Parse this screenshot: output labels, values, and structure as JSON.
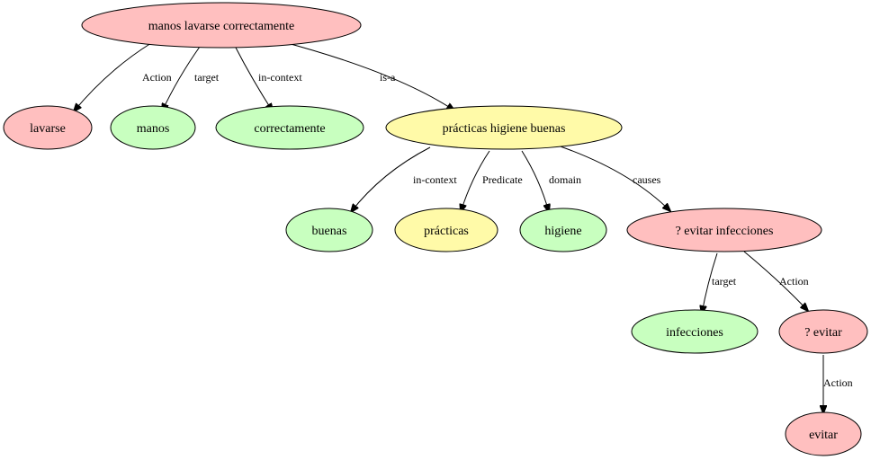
{
  "colors": {
    "red": "#ffbfbf",
    "green": "#c8ffbf",
    "yellow": "#fffaa8"
  },
  "nodes": {
    "manos_lavarse_correctamente": {
      "label": "manos lavarse correctamente",
      "color": "red"
    },
    "lavarse": {
      "label": "lavarse",
      "color": "red"
    },
    "manos": {
      "label": "manos",
      "color": "green"
    },
    "correctamente": {
      "label": "correctamente",
      "color": "green"
    },
    "practicas_higiene_buenas": {
      "label": "prácticas higiene buenas",
      "color": "yellow"
    },
    "buenas": {
      "label": "buenas",
      "color": "green"
    },
    "practicas": {
      "label": "prácticas",
      "color": "yellow"
    },
    "higiene": {
      "label": "higiene",
      "color": "green"
    },
    "evitar_infecciones": {
      "label": "? evitar infecciones",
      "color": "red"
    },
    "infecciones": {
      "label": "infecciones",
      "color": "green"
    },
    "q_evitar": {
      "label": "? evitar",
      "color": "red"
    },
    "evitar": {
      "label": "evitar",
      "color": "red"
    }
  },
  "edges": {
    "e1": {
      "from": "manos_lavarse_correctamente",
      "to": "lavarse",
      "label": "Action"
    },
    "e2": {
      "from": "manos_lavarse_correctamente",
      "to": "manos",
      "label": "target"
    },
    "e3": {
      "from": "manos_lavarse_correctamente",
      "to": "correctamente",
      "label": "in-context"
    },
    "e4": {
      "from": "manos_lavarse_correctamente",
      "to": "practicas_higiene_buenas",
      "label": "is-a"
    },
    "e5": {
      "from": "practicas_higiene_buenas",
      "to": "buenas",
      "label": "in-context"
    },
    "e6": {
      "from": "practicas_higiene_buenas",
      "to": "practicas",
      "label": "Predicate"
    },
    "e7": {
      "from": "practicas_higiene_buenas",
      "to": "higiene",
      "label": "domain"
    },
    "e8": {
      "from": "practicas_higiene_buenas",
      "to": "evitar_infecciones",
      "label": "causes"
    },
    "e9": {
      "from": "evitar_infecciones",
      "to": "infecciones",
      "label": "target"
    },
    "e10": {
      "from": "evitar_infecciones",
      "to": "q_evitar",
      "label": "Action"
    },
    "e11": {
      "from": "q_evitar",
      "to": "evitar",
      "label": "Action"
    }
  }
}
